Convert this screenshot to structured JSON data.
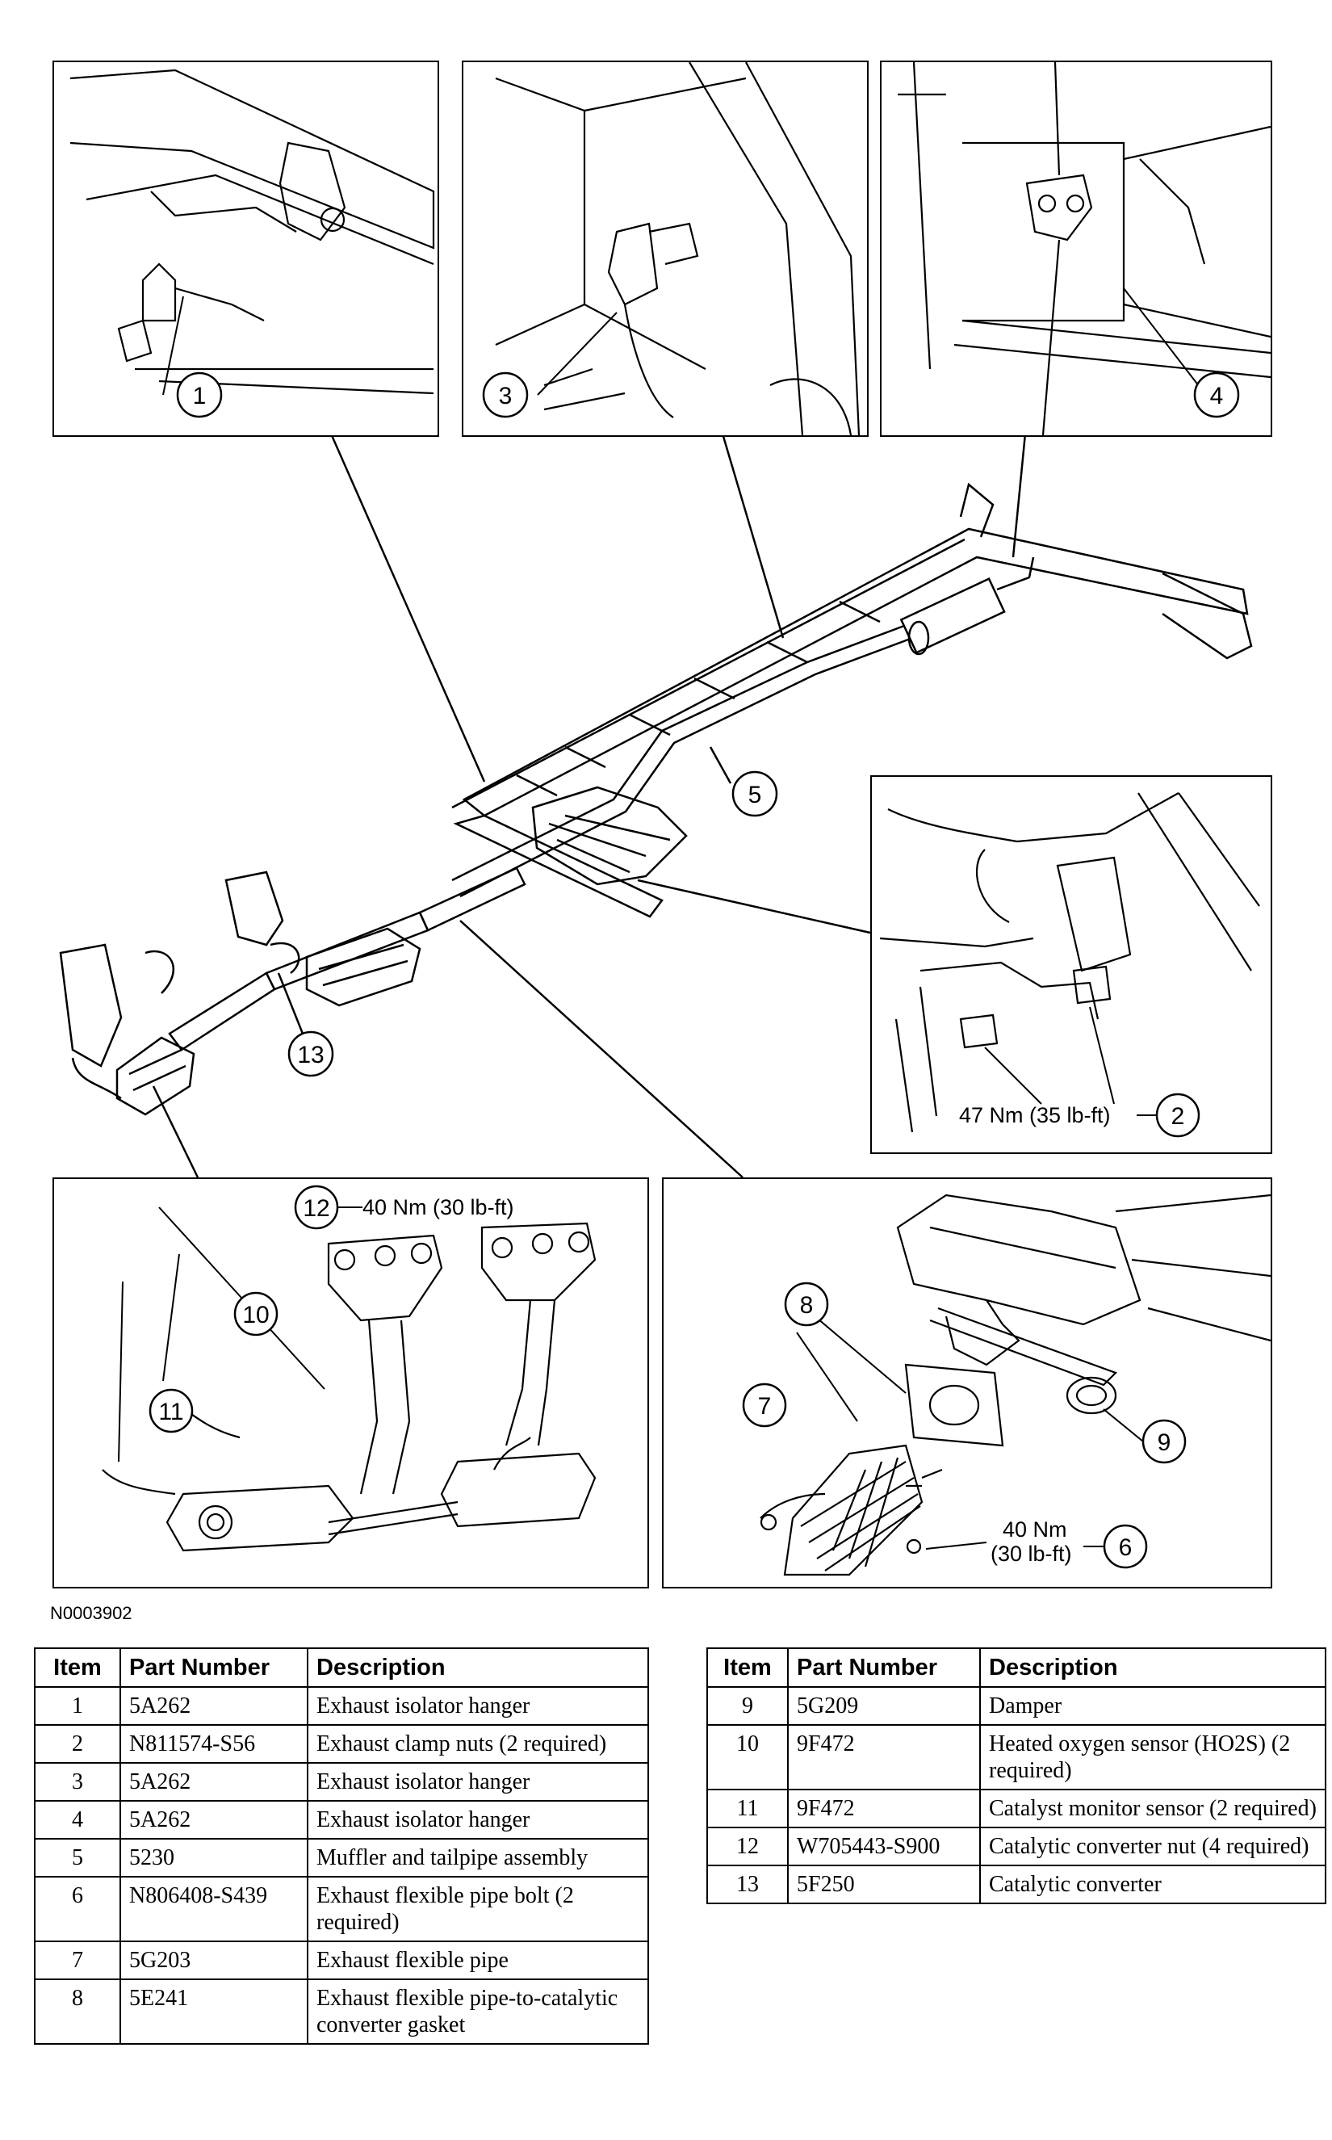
{
  "figure_code": "N0003902",
  "callouts": {
    "c1": "1",
    "c2": "2",
    "c3": "3",
    "c4": "4",
    "c5": "5",
    "c6": "6",
    "c7": "7",
    "c8": "8",
    "c9": "9",
    "c10": "10",
    "c11": "11",
    "c12": "12",
    "c13": "13"
  },
  "torques": {
    "t47": "47 Nm (35 lb-ft)",
    "t40a": "40 Nm (30 lb-ft)",
    "t40b_line1": "40 Nm",
    "t40b_line2": "(30 lb-ft)"
  },
  "table_headers": {
    "item": "Item",
    "part_number": "Part Number",
    "description": "Description"
  },
  "parts_left": [
    {
      "item": "1",
      "part": "5A262",
      "desc": "Exhaust isolator hanger"
    },
    {
      "item": "2",
      "part": "N811574-S56",
      "desc": "Exhaust clamp nuts (2 required)"
    },
    {
      "item": "3",
      "part": "5A262",
      "desc": "Exhaust isolator hanger"
    },
    {
      "item": "4",
      "part": "5A262",
      "desc": "Exhaust isolator hanger"
    },
    {
      "item": "5",
      "part": "5230",
      "desc": "Muffler and tailpipe assembly"
    },
    {
      "item": "6",
      "part": "N806408-S439",
      "desc": "Exhaust flexible pipe bolt (2 required)"
    },
    {
      "item": "7",
      "part": "5G203",
      "desc": "Exhaust flexible pipe"
    },
    {
      "item": "8",
      "part": "5E241",
      "desc": "Exhaust flexible pipe-to-catalytic converter gasket"
    }
  ],
  "parts_right": [
    {
      "item": "9",
      "part": "5G209",
      "desc": "Damper"
    },
    {
      "item": "10",
      "part": "9F472",
      "desc": "Heated oxygen sensor (HO2S) (2 required)"
    },
    {
      "item": "11",
      "part": "9F472",
      "desc": "Catalyst monitor sensor (2 required)"
    },
    {
      "item": "12",
      "part": "W705443-S900",
      "desc": "Catalytic converter nut (4 required)"
    },
    {
      "item": "13",
      "part": "5F250",
      "desc": "Catalytic converter"
    }
  ]
}
